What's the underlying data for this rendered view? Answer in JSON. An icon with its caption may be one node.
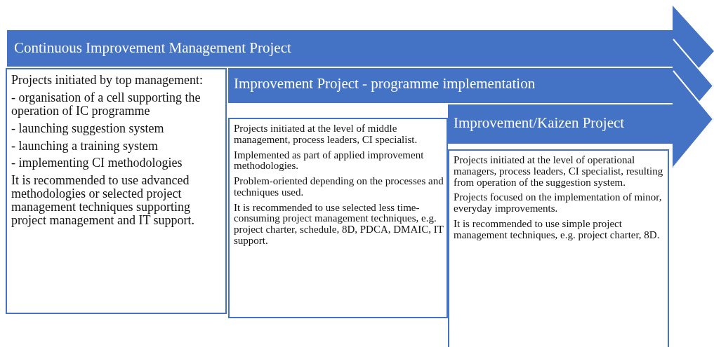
{
  "diagram": {
    "nodes": [
      {
        "text": [
          "Continuous Improvement Management Project"
        ]
      },
      {
        "text": [
          "Projects initiated by top management:",
          "- organisation of a cell supporting the operation of IC programme",
          "- launching suggestion system",
          "- launching a training system",
          "- implementing CI methodologies",
          "It is recommended to use advanced methodologies or selected project management techniques supporting project management and IT support."
        ]
      },
      {
        "text": [
          "Improvement Project - programme implementation"
        ]
      },
      {
        "text": [
          "Projects initiated at the level of middle management, process leaders, CI specialist.",
          "Implemented as part of applied improvement methodologies.",
          "Problem-oriented depending on the processes and techniques used.",
          "It is recommended to use selected less time-consuming project management techniques, e.g. project charter, schedule, 8D, PDCA, DMAIC, IT support."
        ]
      },
      {
        "text": [
          "Improvement/Kaizen Project"
        ]
      },
      {
        "text": [
          "Projects initiated at the level of operational managers, process leaders, CI specialist, resulting from operation of the suggestion system.",
          "Projects focused on the implementation of minor, everyday improvements.",
          "It is recommended to use simple project management techniques, e.g. project charter, 8D."
        ]
      }
    ],
    "edges": []
  }
}
